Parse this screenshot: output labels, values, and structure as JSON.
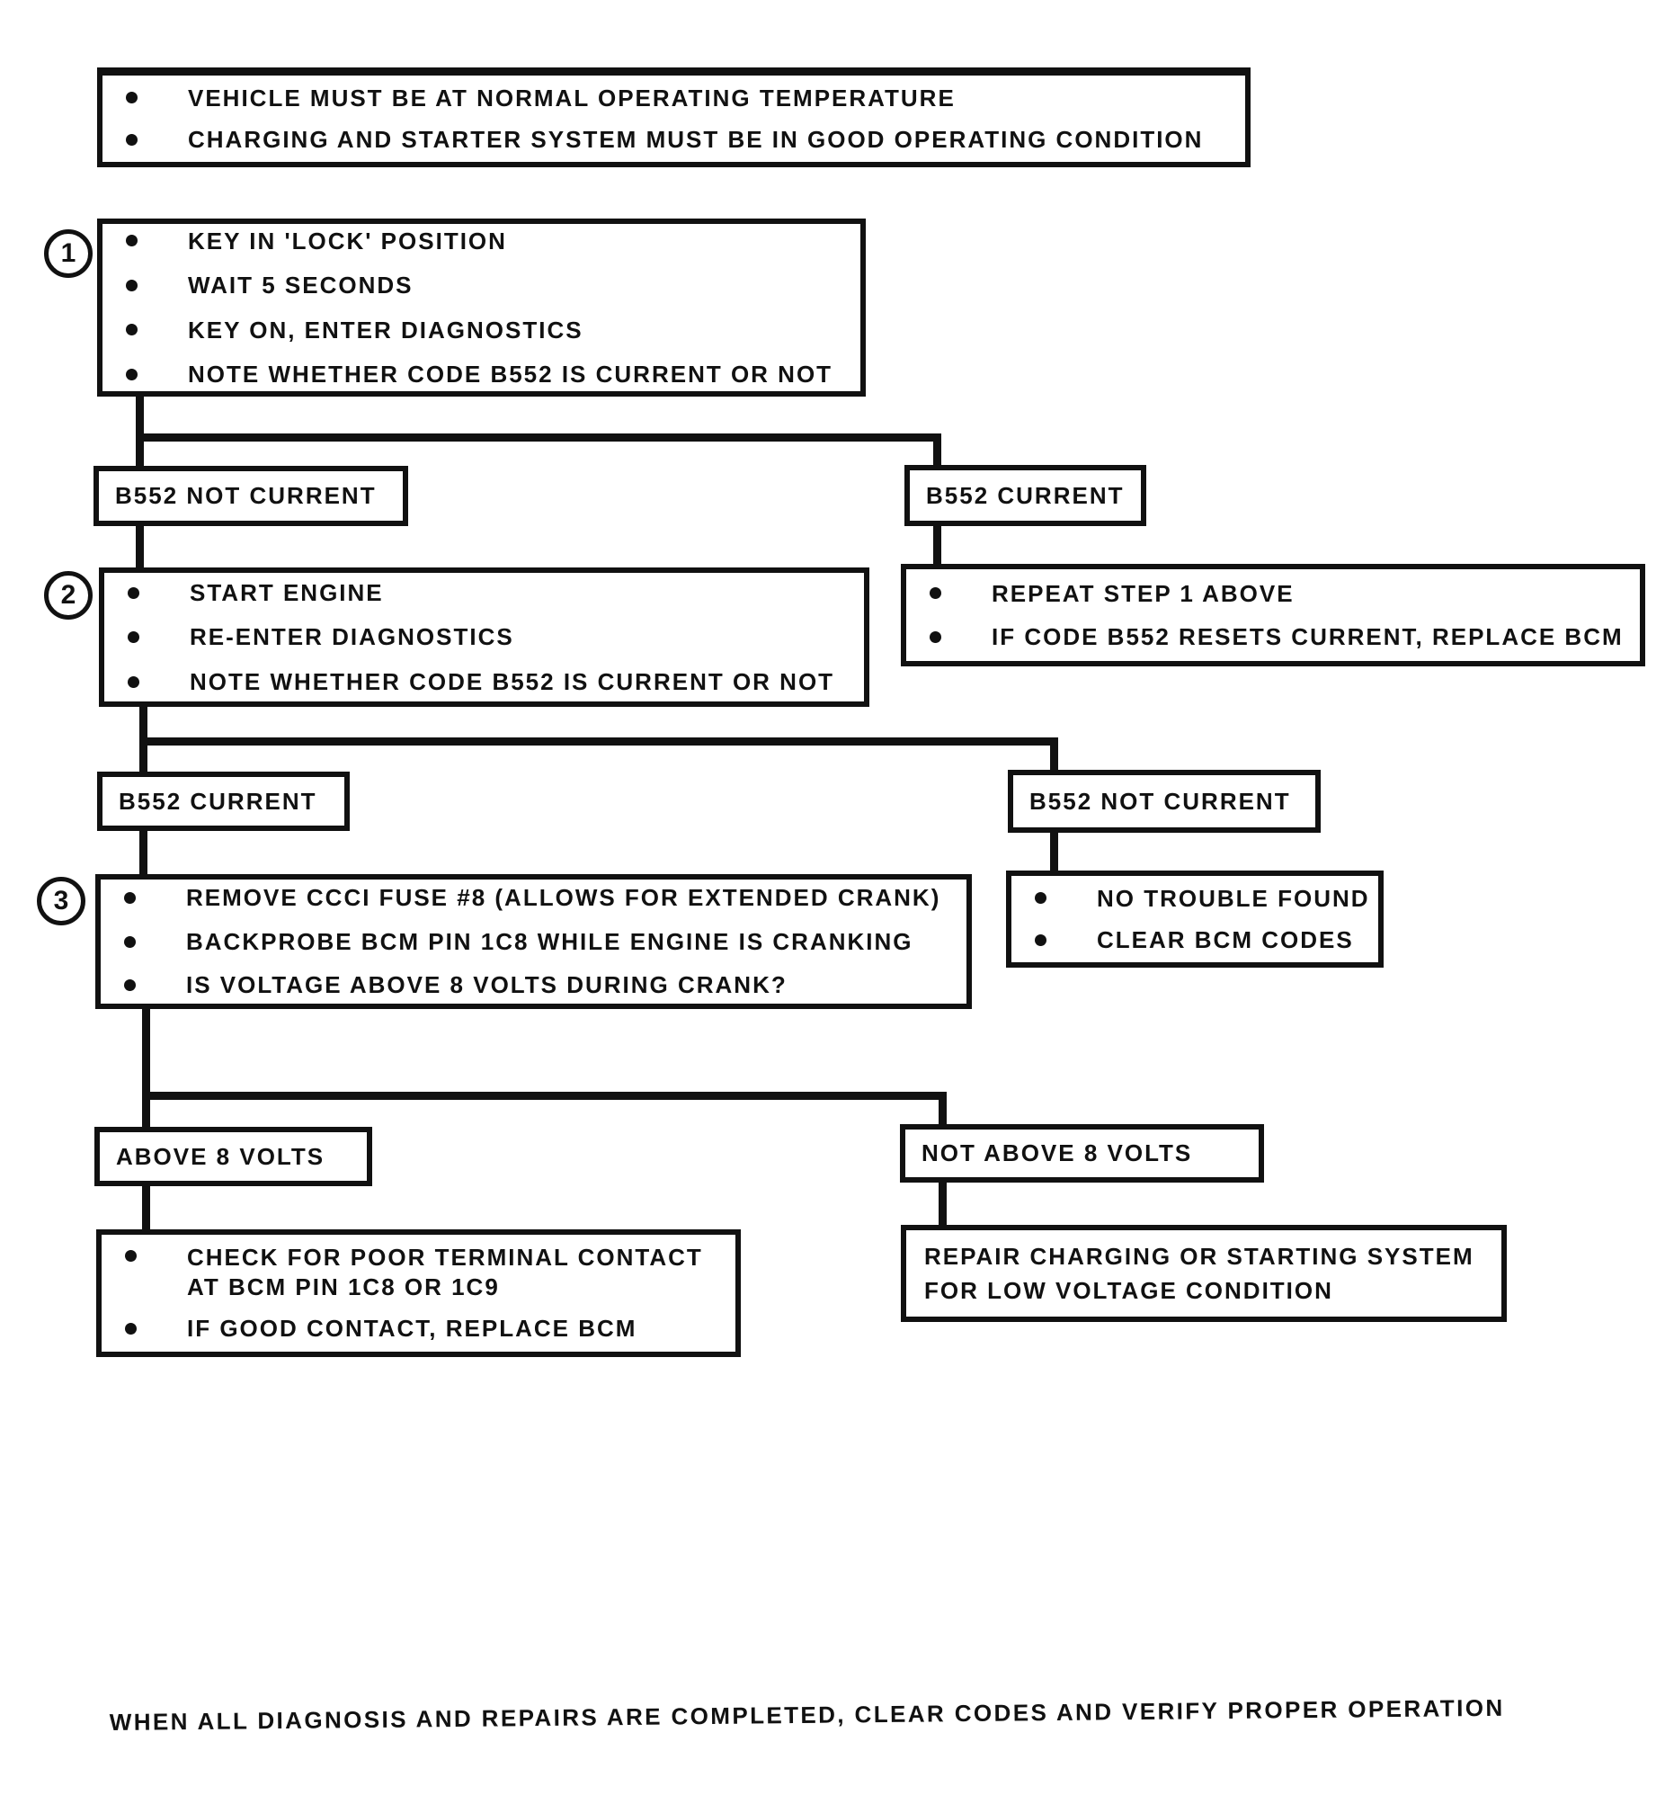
{
  "colors": {
    "ink": "#111111",
    "paper": "#ffffff"
  },
  "preconditions": {
    "bullets": [
      "VEHICLE MUST BE AT NORMAL OPERATING TEMPERATURE",
      "CHARGING AND STARTER SYSTEM MUST BE IN GOOD OPERATING CONDITION"
    ]
  },
  "step1": {
    "number": "1",
    "bullets": [
      "KEY IN 'LOCK' POSITION",
      "WAIT 5 SECONDS",
      "KEY ON, ENTER DIAGNOSTICS",
      "NOTE WHETHER CODE B552 IS CURRENT OR NOT"
    ]
  },
  "branch1": {
    "left_label": "B552 NOT CURRENT",
    "right_label": "B552 CURRENT"
  },
  "repeat_box": {
    "bullets": [
      "REPEAT STEP 1 ABOVE",
      "IF CODE B552 RESETS CURRENT, REPLACE BCM"
    ]
  },
  "step2": {
    "number": "2",
    "bullets": [
      "START ENGINE",
      "RE-ENTER DIAGNOSTICS",
      "NOTE WHETHER CODE B552 IS CURRENT OR NOT"
    ]
  },
  "branch2": {
    "left_label": "B552 CURRENT",
    "right_label": "B552 NOT CURRENT"
  },
  "no_trouble_box": {
    "bullets": [
      "NO TROUBLE FOUND",
      "CLEAR BCM CODES"
    ]
  },
  "step3": {
    "number": "3",
    "bullets": [
      "REMOVE CCCI FUSE #8 (ALLOWS FOR EXTENDED CRANK)",
      "BACKPROBE BCM PIN 1C8 WHILE ENGINE IS CRANKING",
      "IS VOLTAGE ABOVE 8 VOLTS DURING CRANK?"
    ]
  },
  "branch3": {
    "left_label": "ABOVE 8 VOLTS",
    "right_label": "NOT ABOVE 8 VOLTS"
  },
  "check_box": {
    "bullet1_line1": "CHECK FOR POOR TERMINAL CONTACT",
    "bullet1_line2": "AT BCM PIN 1C8 OR 1C9",
    "bullet2": "IF GOOD CONTACT, REPLACE BCM"
  },
  "repair_box": {
    "line1": "REPAIR CHARGING OR STARTING SYSTEM",
    "line2": "FOR LOW VOLTAGE CONDITION"
  },
  "footer": {
    "text": "WHEN ALL DIAGNOSIS AND REPAIRS ARE COMPLETED, CLEAR CODES AND VERIFY PROPER OPERATION"
  }
}
